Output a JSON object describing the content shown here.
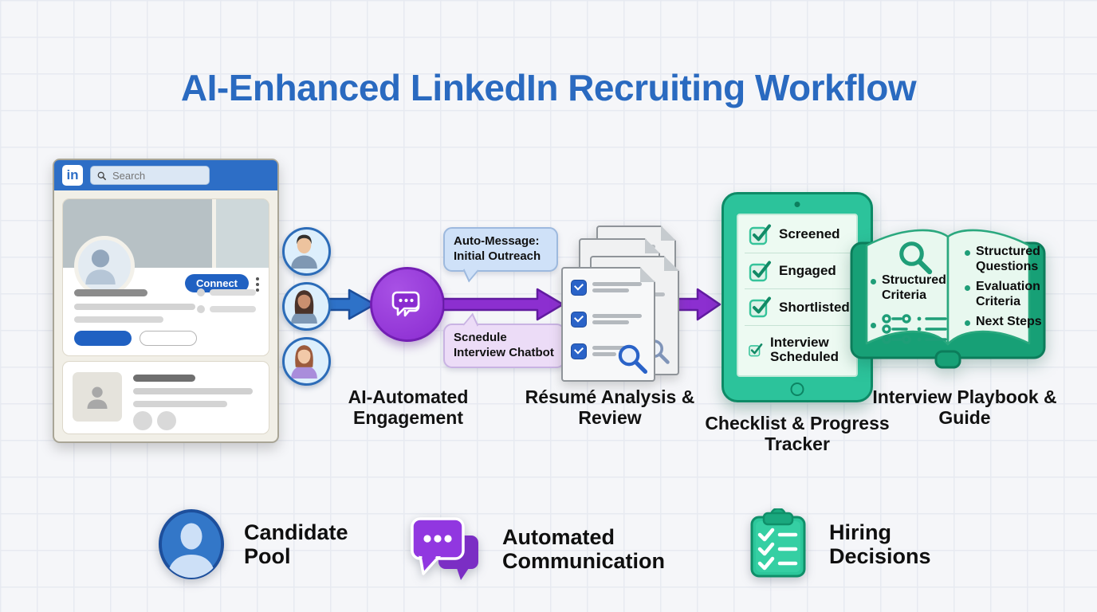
{
  "title": "AI-Enhanced LinkedIn Recruiting Workflow",
  "linkedin": {
    "logo": "in",
    "search_placeholder": "Search",
    "connect_label": "Connect"
  },
  "bubbles": {
    "top": "Auto-Message: Initial Outreach",
    "bottom": "Schedule Interview Chatbot"
  },
  "captions": {
    "engagement": "AI-Automated Engagement",
    "resume": "Résumé Analysis & Review",
    "checklist": "Checklist & Progress Tracker",
    "playbook": "Interview Playbook & Guide"
  },
  "tablet": {
    "items": [
      "Screened",
      "Engaged",
      "Shortlisted",
      "Interview Scheduled"
    ]
  },
  "book": {
    "left_bullet": "Structured Criteria",
    "right_bullets": [
      "Structured Questions",
      "Evaluation Criteria",
      "Next Steps"
    ]
  },
  "legend": {
    "items": [
      {
        "icon": "person-icon",
        "label": "Candidate Pool"
      },
      {
        "icon": "chat-bubbles-icon",
        "label": "Automated Communication"
      },
      {
        "icon": "clipboard-check-icon",
        "label": "Hiring Decisions"
      }
    ]
  },
  "colors": {
    "title_blue": "#2a6ac0",
    "linkedin_blue": "#2d6ec6",
    "arrow_blue": "#2e72c8",
    "purple": "#8a2bd0",
    "bubble_blue_bg": "#cfe1f8",
    "bubble_purple_bg": "#ecdcf7",
    "green": "#2cc39b",
    "green_dark": "#0d8a66"
  }
}
